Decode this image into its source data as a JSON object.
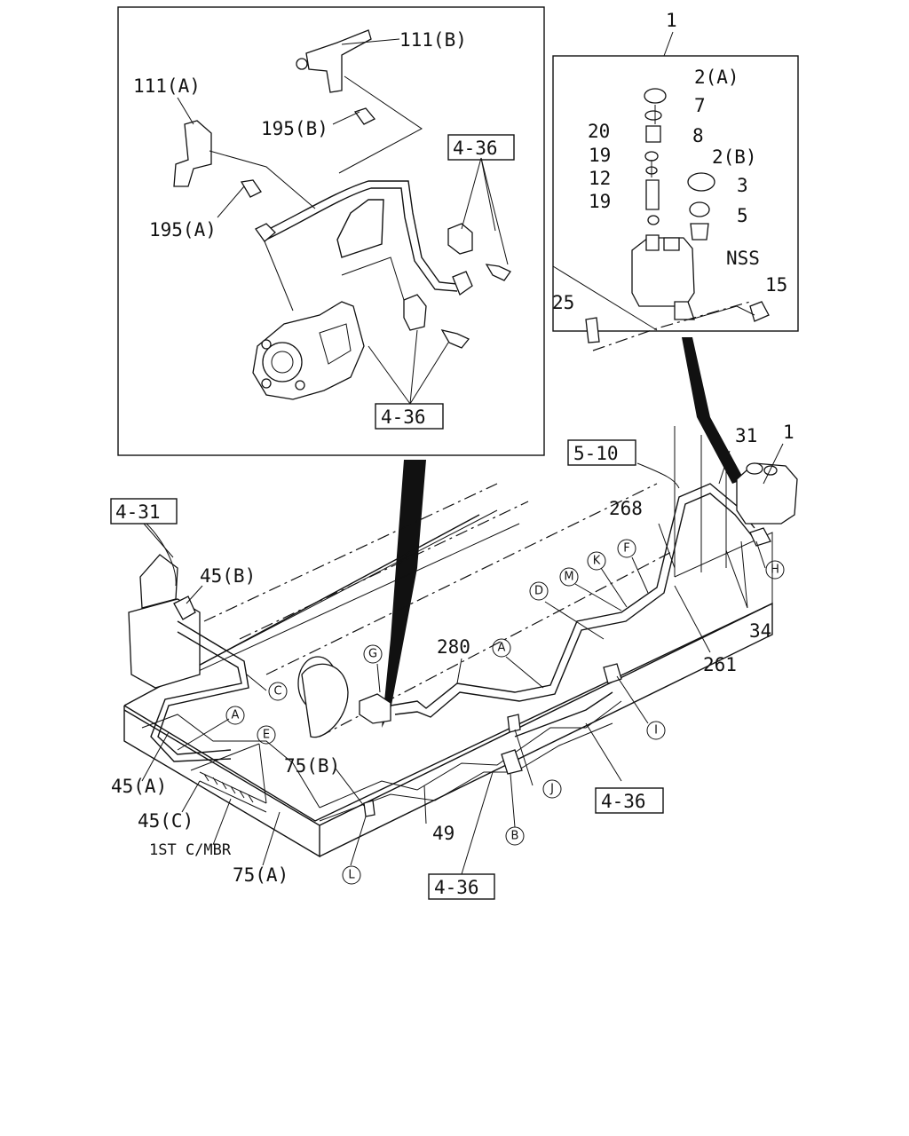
{
  "reference_boxes": [
    "4-36",
    "4-36",
    "5-10",
    "4-31",
    "4-36",
    "4-36"
  ],
  "part_labels": {
    "p1_top": "1",
    "p2a": "2(A)",
    "p7": "7",
    "p8": "8",
    "p20": "20",
    "p19a": "19",
    "p12": "12",
    "p19b": "19",
    "p2b": "2(B)",
    "p3": "3",
    "p5": "5",
    "nss": "NSS",
    "p25": "25",
    "p15": "15",
    "p111b": "111(B)",
    "p111a": "111(A)",
    "p195b": "195(B)",
    "p195a": "195(A)",
    "p31": "31",
    "p1_low": "1",
    "p268": "268",
    "p45b": "45(B)",
    "p280": "280",
    "p34": "34",
    "p261": "261",
    "p45a": "45(A)",
    "p75b": "75(B)",
    "p45c": "45(C)",
    "p1st": "1ST C/MBR",
    "p49": "49",
    "p75a": "75(A)"
  },
  "callout_letters": [
    "F",
    "K",
    "M",
    "D",
    "H",
    "G",
    "A",
    "C",
    "A",
    "E",
    "I",
    "J",
    "B",
    "L"
  ]
}
